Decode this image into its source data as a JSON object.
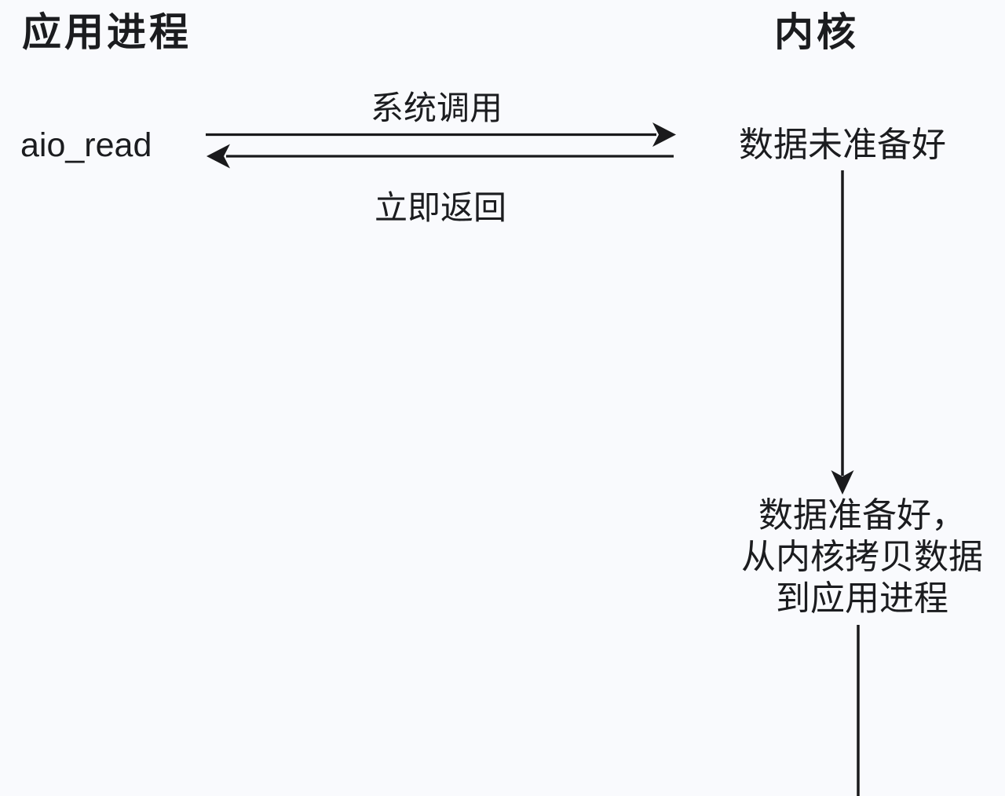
{
  "colors": {
    "background": "#f9fafd",
    "text": "#1b1c1f",
    "line": "#1a1a1c"
  },
  "headers": {
    "app_process": "应用进程",
    "kernel": "内核"
  },
  "app": {
    "call_name": "aio_read"
  },
  "arrows": {
    "syscall_label": "系统调用",
    "return_label": "立即返回"
  },
  "kernel_states": {
    "not_ready": "数据未准备好",
    "ready_line1": "数据准备好，",
    "ready_line2": "从内核拷贝数据",
    "ready_line3": "到应用进程"
  }
}
